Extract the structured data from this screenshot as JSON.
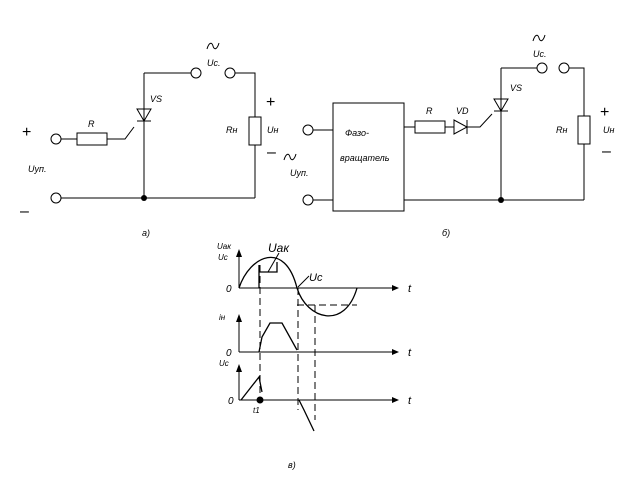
{
  "diagram_a": {
    "caption": "а)",
    "plus": "+",
    "minus": "–",
    "source_label": "Uс.",
    "resistor_label": "R",
    "thyristor_label": "VS",
    "control_voltage_label": "Uуп.",
    "load_resistor_label": "Rн",
    "load_voltage_label": "Uн",
    "load_plus": "+",
    "load_minus": "–"
  },
  "diagram_b": {
    "caption": "б)",
    "phase_shifter_line1": "Фазо-",
    "phase_shifter_line2": "вращатель",
    "control_voltage_label": "Uуп.",
    "resistor_label": "R",
    "diode_label": "VD",
    "thyristor_label": "VS",
    "source_label": "Uс.",
    "load_resistor_label": "Rн",
    "load_voltage_label": "Uн",
    "load_plus": "+",
    "load_minus": "–"
  },
  "diagram_c": {
    "caption": "в)",
    "top": {
      "y_label_1": "Uак",
      "y_label_2": "Uс",
      "zero": "0",
      "x_label": "t",
      "curve_label_uak": "Uак",
      "curve_label_uc": "Uс"
    },
    "middle": {
      "y_label": "iн",
      "zero": "0",
      "x_label": "t"
    },
    "bottom": {
      "y_label": "Uс",
      "zero": "0",
      "x_label": "t",
      "t1_label": "t1"
    }
  }
}
